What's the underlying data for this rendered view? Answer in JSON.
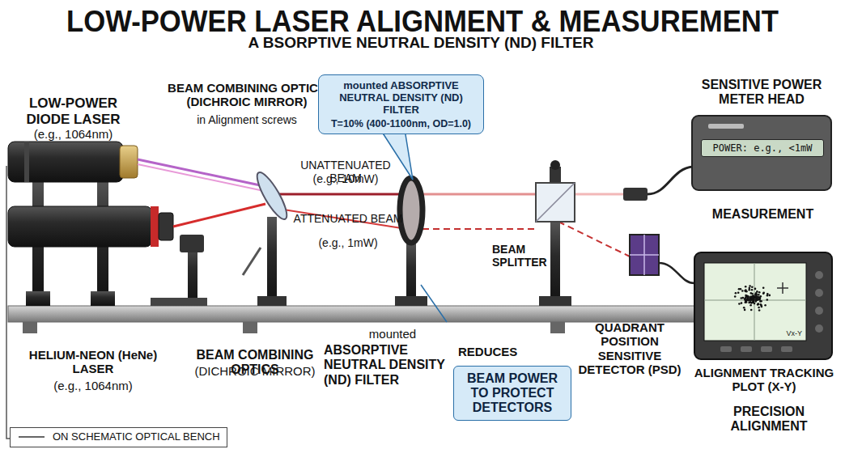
{
  "diagram": {
    "title": "LOW-POWER LASER ALIGNMENT & MEASUREMENT",
    "nodes": [
      {
        "text": [
          "mounted ABSORPTIVE NEUTRAL DENSITY (ND) FILTER",
          "T=10% (400-1100nm, OD=1.0)"
        ]
      },
      {
        "text": [
          "POWER: e.g., <1mW"
        ]
      },
      {
        "text": [
          "BEAM POWER TO PROTECT DETECTORS"
        ]
      },
      {
        "text": [
          "Vx-Y"
        ]
      }
    ],
    "labels": [
      "A BSORPTIVE NEUTRAL DENSITY (ND) FILTER",
      "LOW-POWER DIODE LASER",
      "(e.g., 1064nm)",
      "BEAM COMBINING OPTICS (DICHROIC MIRROR)",
      "in Alignment screws",
      "UNATTENUATED BEAM",
      "(e.g., 10mW)",
      "ATTENUATED BEAM",
      "(e.g., 1mW)",
      "SENSITIVE POWER METER HEAD",
      "MEASUREMENT",
      "BEAM SPLITTER",
      "HELIUM-NEON (HeNe) LASER",
      "(e.g., 1064nm)",
      "BEAM COMBINING OPTICS",
      "(DICHROIC MIRROR)",
      "mounted",
      "ABSORPTIVE NEUTRAL DENSITY (ND) FILTER",
      "REDUCES",
      "QUADRANT POSITION SENSITIVE DETECTOR (PSD)",
      "ALIGNMENT TRACKING PLOT (X-Y)",
      "PRECISION ALIGNMENT"
    ],
    "legend": [
      {
        "text": "ON SCHEMATIC OPTICAL BENCH"
      }
    ]
  }
}
